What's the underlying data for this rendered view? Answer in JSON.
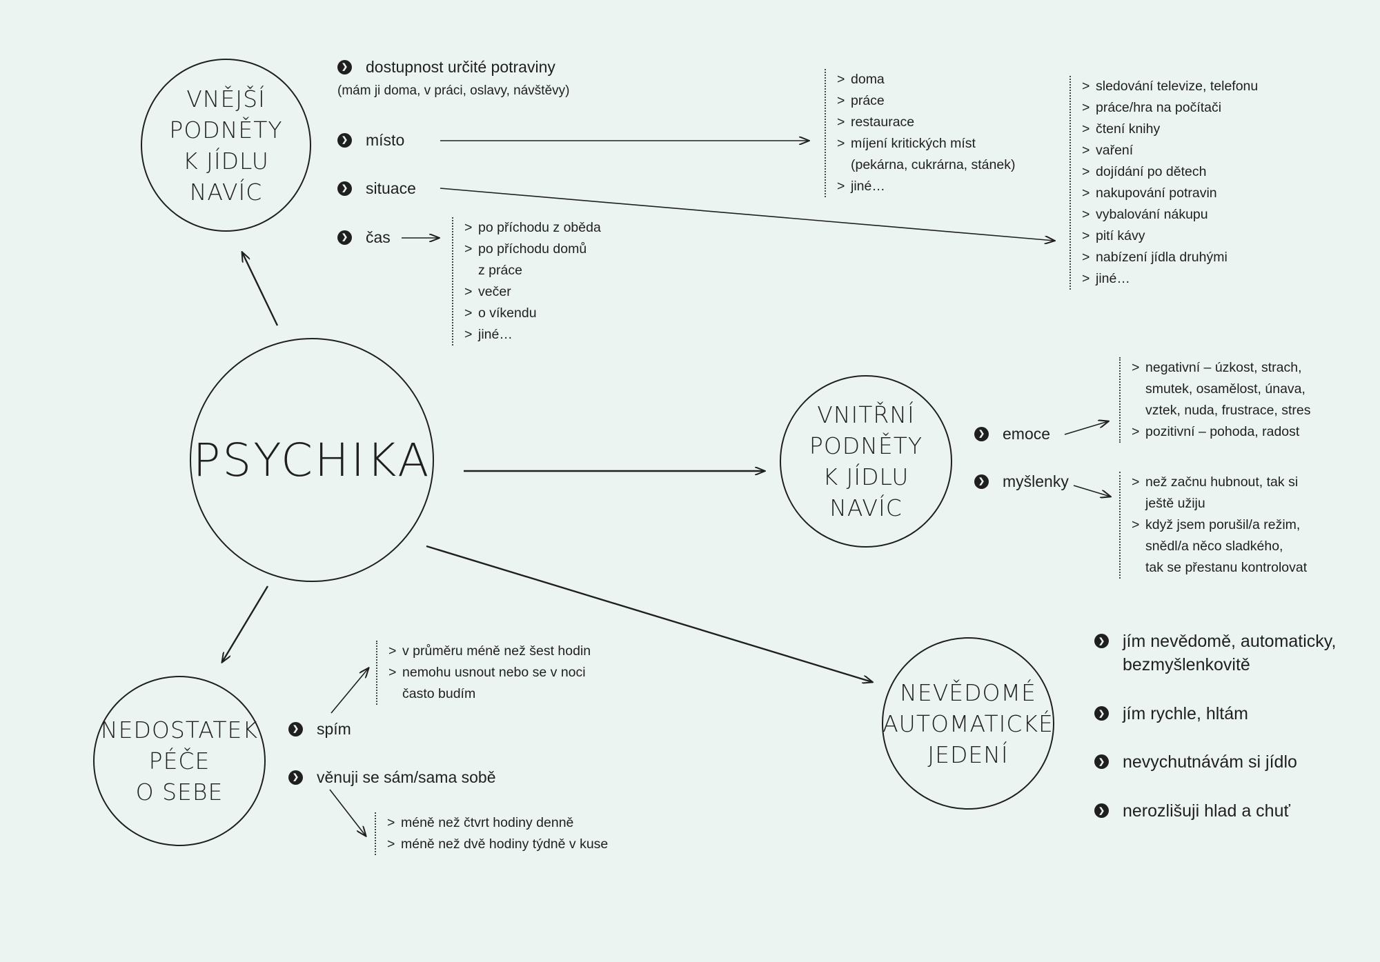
{
  "nodes": {
    "center": "PSYCHIKA",
    "external": [
      "VNĚJŠÍ",
      "PODNĚTY",
      "K JÍDLU",
      "NAVÍC"
    ],
    "internal": [
      "VNITŘNÍ",
      "PODNĚTY",
      "K JÍDLU",
      "NAVÍC"
    ],
    "unconscious": [
      "NEVĚDOMÉ",
      "AUTOMATICKÉ",
      "JEDENÍ"
    ],
    "selfcare": [
      "NEDOSTATEK",
      "PÉČE",
      "O SEBE"
    ]
  },
  "external_items": {
    "availability": "dostupnost určité potraviny",
    "availability_note": "(mám ji doma, v práci, oslavy, návštěvy)",
    "place": "místo",
    "situation": "situace",
    "time": "čas"
  },
  "place_list": [
    "doma",
    "práce",
    "restaurace",
    "míjení kritických míst\n(pekárna, cukrárna, stánek)",
    "jiné…"
  ],
  "situation_list": [
    "sledování televize, telefonu",
    "práce/hra na počítači",
    "čtení knihy",
    "vaření",
    "dojídání po dětech",
    "nakupování potravin",
    "vybalování nákupu",
    "pití kávy",
    "nabízení jídla druhými",
    "jiné…"
  ],
  "time_list": [
    "po příchodu z oběda",
    "po příchodu domů\nz práce",
    "večer",
    "o víkendu",
    "jiné…"
  ],
  "internal_items": {
    "emotions": "emoce",
    "thoughts": "myšlenky"
  },
  "emotions_list": [
    "negativní – úzkost, strach,\nsmutek, osamělost, únava,\nvztek, nuda, frustrace, stres",
    "pozitivní – pohoda, radost"
  ],
  "thoughts_list": [
    "než začnu hubnout, tak si\nještě užiju",
    "když jsem porušil/a režim,\nsnědl/a něco sladkého,\ntak se přestanu kontrolovat"
  ],
  "unconscious_items": [
    "jím nevědomě, automaticky,\nbezmyšlenkovitě",
    "jím rychle, hltám",
    "nevychutnávám si jídlo",
    "nerozlišuji hlad a chuť"
  ],
  "selfcare_items": {
    "sleep": "spím",
    "self": "věnuji se sám/sama sobě"
  },
  "sleep_list": [
    "v průměru méně než šest hodin",
    "nemohu usnout nebo se v noci\nčasto budím"
  ],
  "self_list": [
    "méně než čtvrt hodiny denně",
    "méně než dvě hodiny týdně v kuse"
  ],
  "colors": {
    "background": "#ecf4f2",
    "ink": "#1f1f1f"
  },
  "icons": {
    "bullet": "chevron-circle-icon",
    "list_marker": ">"
  }
}
